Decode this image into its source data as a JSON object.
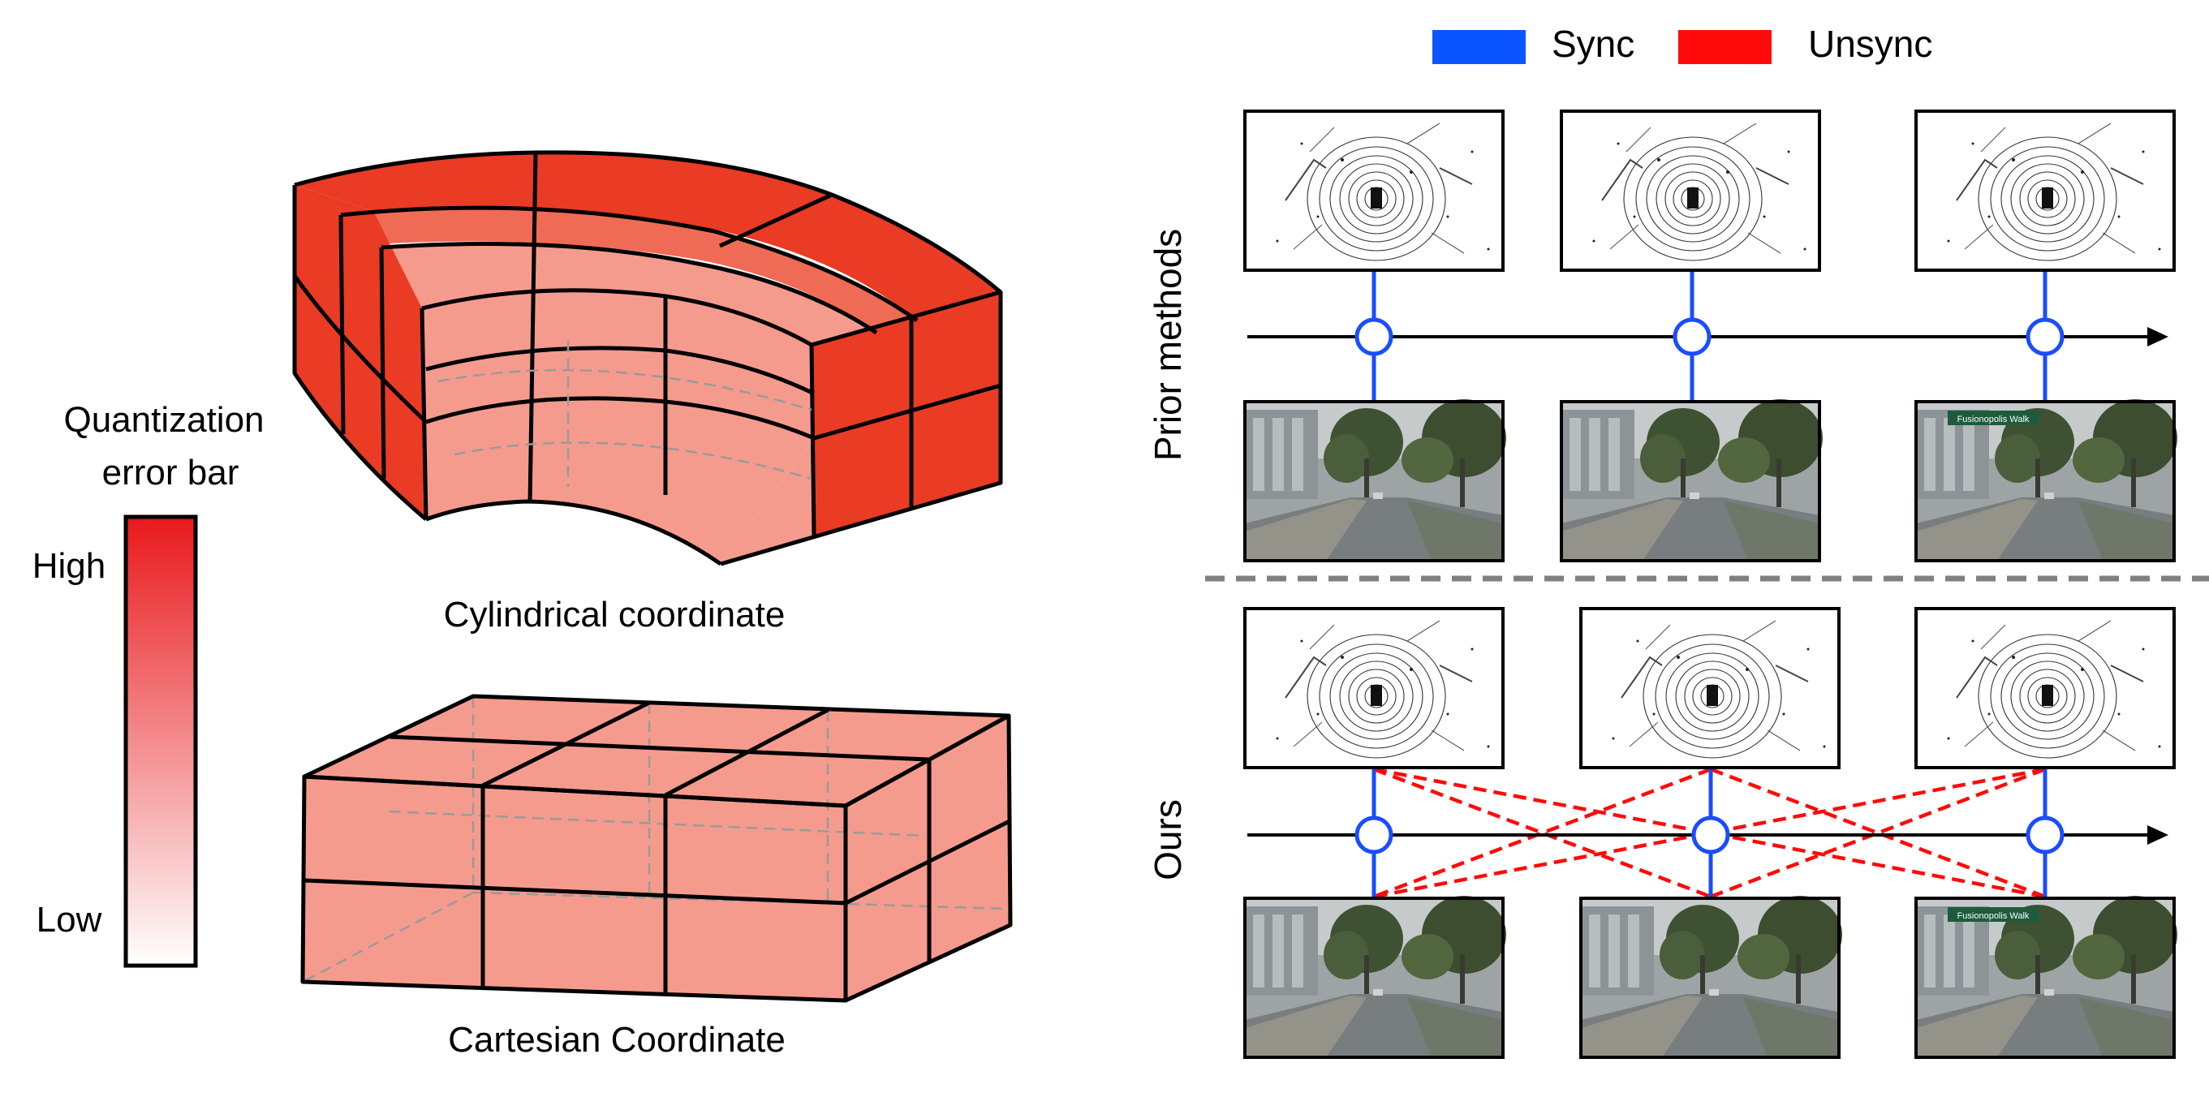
{
  "left_panel": {
    "colorbar_title_line1": "Quantization",
    "colorbar_title_line2": "error bar",
    "colorbar_high": "High",
    "colorbar_low": "Low",
    "colorbar_color_high": "#e8191c",
    "colorbar_color_low": "#ffffff",
    "cylindrical_caption": "Cylindrical coordinate",
    "cartesian_caption": "Cartesian Coordinate",
    "cell_low_color": "#f59b8e",
    "cell_mid_color": "#f06b55",
    "cell_high_color": "#ea3b25"
  },
  "right_panel": {
    "legend": [
      {
        "label": "Sync",
        "color": "#0a55ff"
      },
      {
        "label": "Unsync",
        "color": "#ff0a0a"
      }
    ],
    "prior_label": "Prior methods",
    "ours_label": "Ours",
    "street_sign_text": "Fusionopolis Walk"
  }
}
